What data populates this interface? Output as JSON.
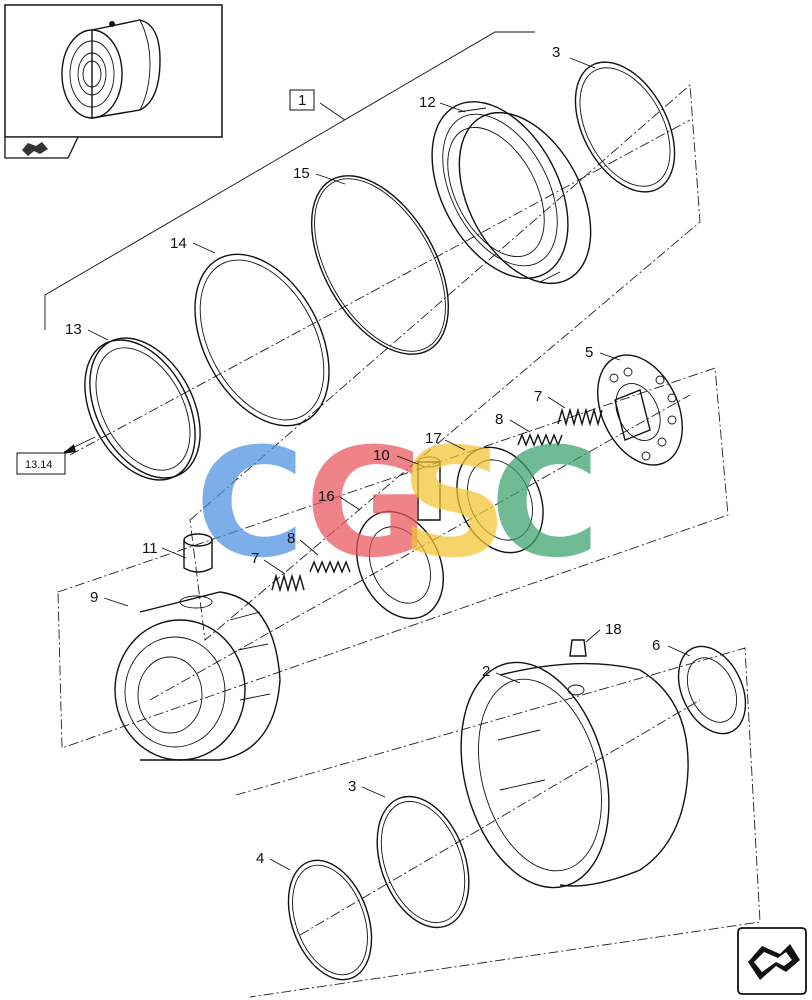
{
  "callouts": {
    "c1": "1",
    "c2": "2",
    "c3a": "3",
    "c3b": "3",
    "c4": "4",
    "c5": "5",
    "c6": "6",
    "c7a": "7",
    "c7b": "7",
    "c8a": "8",
    "c8b": "8",
    "c9": "9",
    "c10": "10",
    "c11": "11",
    "c12": "12",
    "c13": "13",
    "c14": "14",
    "c15": "15",
    "c16": "16",
    "c17": "17",
    "c18": "18"
  },
  "reference_box": "13.14",
  "watermark": {
    "letters": [
      "C",
      "G",
      "S",
      "C"
    ],
    "colors": [
      "#4a90e2",
      "#e8555a",
      "#f4c430",
      "#3aa06b"
    ]
  },
  "icons": {
    "thumbnail": "assembly-thumbnail-icon",
    "nav_top": "navigation-arrow-icon",
    "nav_bottom": "next-page-arrow-icon"
  }
}
